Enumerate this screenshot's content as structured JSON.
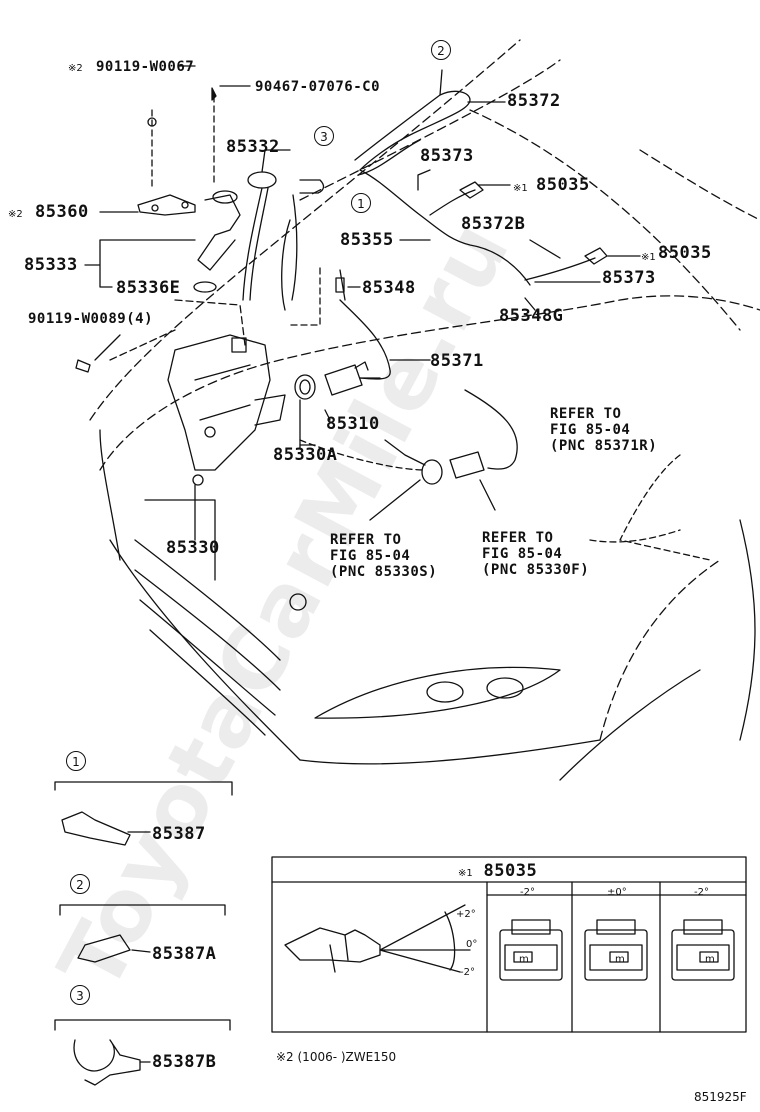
{
  "diagram_code": "851925F",
  "watermark": "ToyotaCarMile.ru",
  "footnote": "※2 (1006-      )ZWE150",
  "callouts": {
    "c1": "1",
    "c2": "2",
    "c3": "3"
  },
  "labels": {
    "p90119w0067": "90119-W0067",
    "p90467": "90467-07076-C0",
    "p85372": "85372",
    "p85332": "85332",
    "p85373_top": "85373",
    "p85035_top": "85035",
    "p85360": "85360",
    "p85355": "85355",
    "p85372b": "85372B",
    "p85035_mid": "85035",
    "p85333": "85333",
    "p85373_mid": "85373",
    "p85336e": "85336E",
    "p85348": "85348",
    "p85348g": "85348G",
    "p90119w0089": "90119-W0089(4)",
    "p85371": "85371",
    "p85310": "85310",
    "p85330a": "85330A",
    "p85330": "85330",
    "p85387": "85387",
    "p85387a": "85387A",
    "p85387b": "85387B"
  },
  "marks": {
    "mark2": "※2",
    "mark1": "※1"
  },
  "refs": {
    "r1": [
      "REFER TO",
      "FIG 85-04",
      "(PNC 85371R)"
    ],
    "r2": [
      "REFER TO",
      "FIG 85-04",
      "(PNC 85330S)"
    ],
    "r3": [
      "REFER TO",
      "FIG 85-04",
      "(PNC 85330F)"
    ]
  },
  "detail_table": {
    "title_mark": "※1",
    "title": "85035",
    "angle_headers": [
      "-2°",
      "±0°",
      "-2°"
    ],
    "angle_marks": [
      "+2°",
      "0°",
      "-2°"
    ],
    "nozzle_stamps": [
      "m",
      "m",
      "m"
    ]
  }
}
